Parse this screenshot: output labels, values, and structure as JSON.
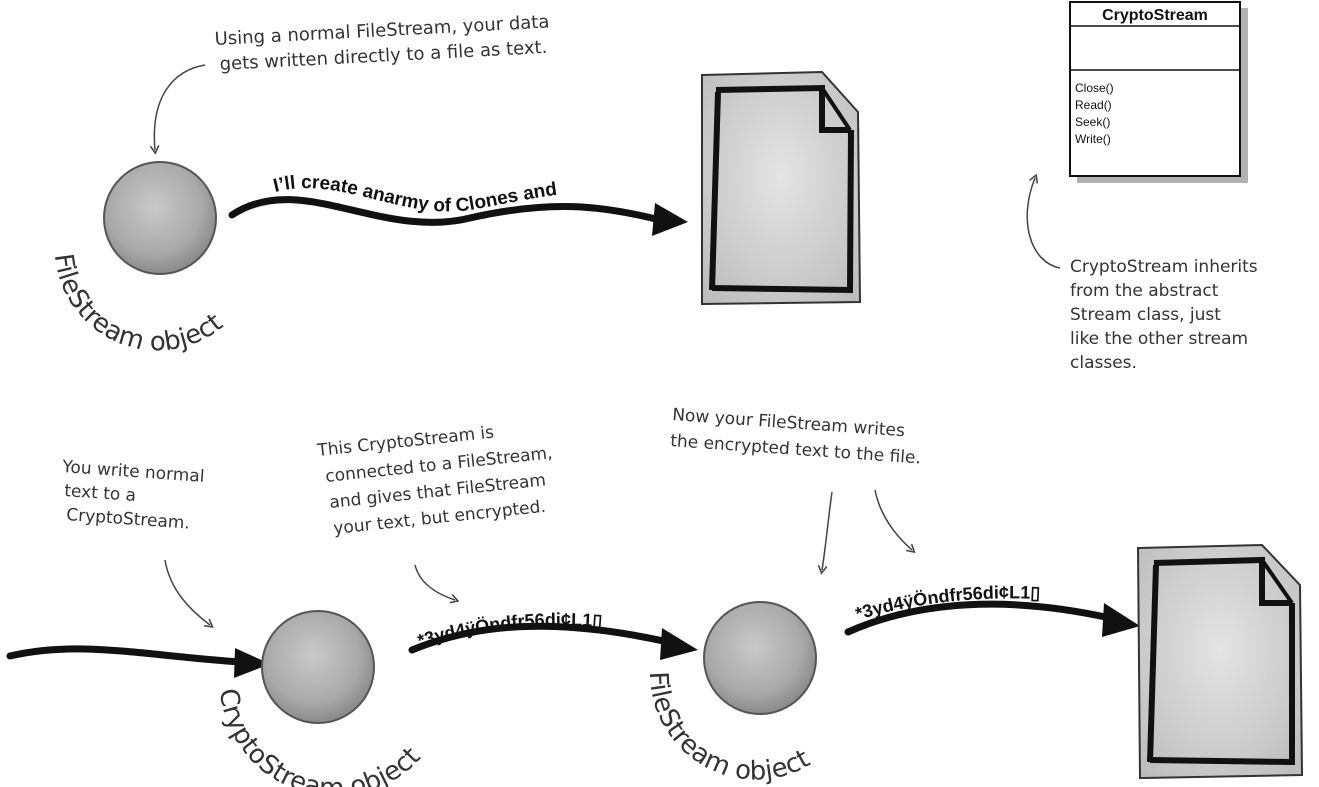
{
  "uml_box": {
    "title": "CryptoStream",
    "methods": [
      "Close()",
      "Read()",
      "Seek()",
      "Write()"
    ]
  },
  "notes": {
    "filestream_note": [
      "Using a normal FileStream, your data",
      "gets written directly to a file as text."
    ],
    "inherits_note": [
      "CryptoStream inherits",
      "from the abstract",
      "Stream class, just",
      "like the other stream",
      "classes."
    ],
    "write_note": [
      "You write normal",
      "text to a",
      "CryptoStream."
    ],
    "connected_note": [
      "This CryptoStream is",
      "connected to a FileStream,",
      "and gives that FileStream",
      "your text, but encrypted."
    ],
    "writes_note": [
      "Now your FileStream writes",
      "the encrypted text to the file."
    ]
  },
  "labels": {
    "top_object": "FileStream object",
    "crypto_object": "CryptoStream object",
    "bottom_file_object": "FileStream object"
  },
  "stream_text": {
    "plain": "I’ll create anarmy of Clones and",
    "encrypted_1": "*3yd4ÿÖndfr56di¢L1▯",
    "encrypted_2": "*3yd4ÿÖndfr56di¢L1▯"
  },
  "colors": {
    "sphere": "#b8b8b8",
    "sphere_edge": "#555555",
    "paper": "#d9d9d9",
    "ink": "#111111",
    "annotation": "#333333"
  }
}
